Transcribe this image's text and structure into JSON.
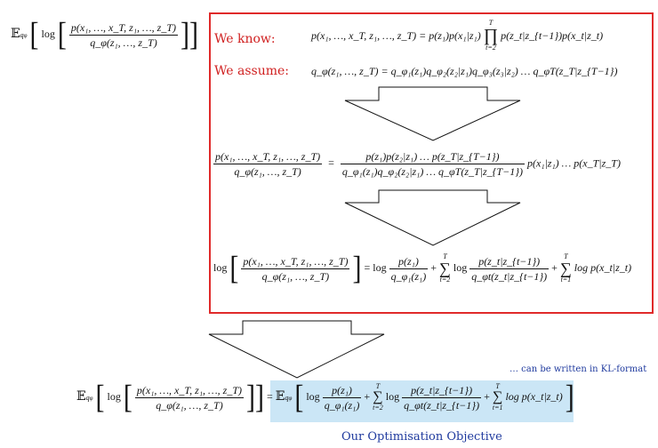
{
  "colors": {
    "frame_red": "#e02a2a",
    "label_red": "#d02020",
    "caption_blue": "#1f3a9e",
    "highlight": "#cbe6f6"
  },
  "labels": {
    "we_know": "We know:",
    "we_assume": "We assume:",
    "kl_note": "… can be written in KL-format",
    "objective_caption": "Our Optimisation Objective"
  },
  "math": {
    "expectation": "𝔼",
    "sub_q_phi": "q",
    "sub_phi": "φ",
    "log": "log",
    "joint_num": "p(x₁, …, x_T, z₁, …, z_T)",
    "joint_den": "q_φ(z₁, …, z_T)",
    "know_lhs": "p(x₁, …, x_T, z₁, …, z_T) = p(z₁)p(x₁|z₁)",
    "prod_sym": "∏",
    "prod_top": "T",
    "prod_bot": "t=2",
    "know_rhs": "p(z_t|z_{t−1})p(x_t|z_t)",
    "assume_eq": "q_φ(z₁, …, z_T) = q_φ₁(z₁)q_φ₂(z₂|z₁)q_φ₃(z₃|z₂) … q_φT(z_T|z_{T−1})",
    "ratio_eq": "=",
    "ratio_num": "p(z₁)p(z₂|z₁) … p(z_T|z_{T−1})",
    "ratio_den": "q_φ₁(z₁)q_φ₂(z₂|z₁) … q_φT(z_T|z_{T−1})",
    "ratio_tail": "p(x₁|z₁) … p(x_T|z_T)",
    "log_eq": "= log",
    "pz1": "p(z₁)",
    "qz1": "q_φ₁(z₁)",
    "plus": "+",
    "sum_sym": "∑",
    "sum_top": "T",
    "sum_bot_2": "t=2",
    "sum_bot_1": "t=1",
    "trans_num": "p(z_t|z_{t−1})",
    "trans_den": "q_φt(z_t|z_{t−1})",
    "obs_term": "log p(x_t|z_t)",
    "bracket_l": "[",
    "bracket_r": "]"
  }
}
